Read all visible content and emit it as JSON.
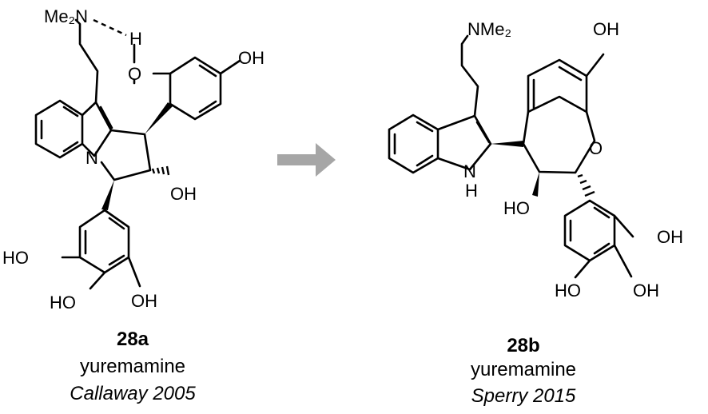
{
  "left": {
    "compound_number": "28a",
    "name": "yuremamine",
    "citation": "Callaway 2005",
    "atoms": {
      "nme2": "Me₂N",
      "h": "H",
      "o_phenol": "O",
      "oh_top": "OH",
      "n_ring": "N",
      "oh_ring": "OH",
      "ho_left": "HO",
      "ho_bottom": "HO",
      "oh_right": "OH"
    }
  },
  "right": {
    "compound_number": "28b",
    "name": "yuremamine",
    "citation": "Sperry 2015",
    "atoms": {
      "nme2": "NMe₂",
      "oh_top": "OH",
      "o_ring": "O",
      "nh_n": "N",
      "nh_h": "H",
      "ho_ring": "HO",
      "oh_right": "OH",
      "ho_bottom": "HO",
      "oh_bottom": "OH"
    }
  },
  "arrow": {
    "color": "#a6a6a6"
  }
}
